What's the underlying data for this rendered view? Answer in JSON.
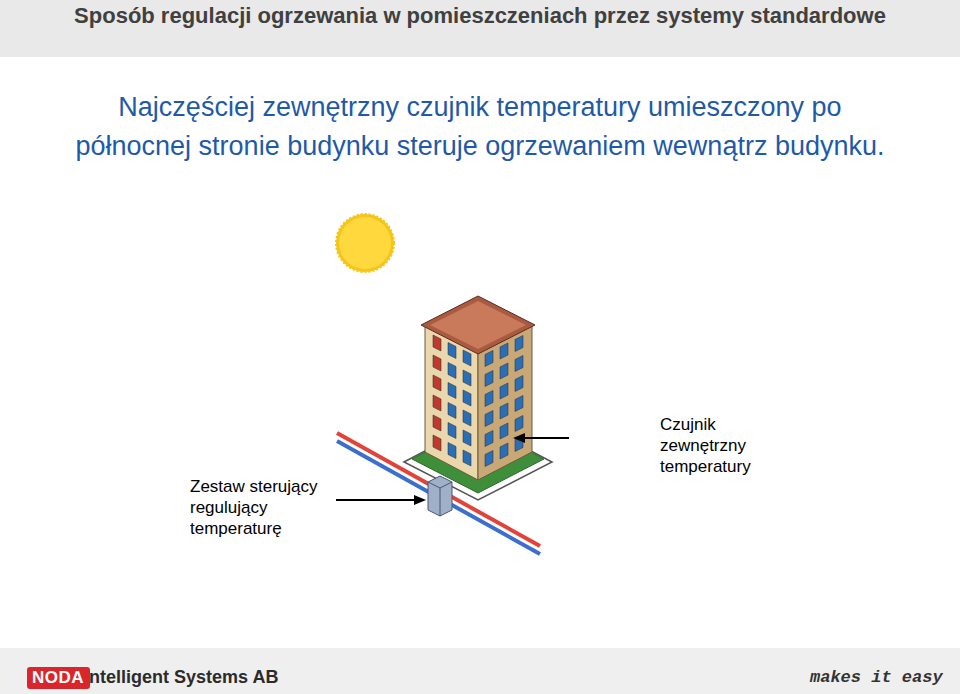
{
  "diagram": {
    "title": "Sposób regulacji ogrzewania w pomieszczeniach przez systemy standardowe",
    "nodes": [
      {
        "text": [
          "NODA"
        ]
      }
    ],
    "labels": [
      "Najczęściej zewnętrzny czujnik temperatury umieszczony po północnej stronie budynku steruje ogrzewaniem wewnątrz budynku.",
      "Zestaw sterujący regulujący temperaturę",
      "Czujnik zewnętrzny temperatury",
      "Intelligent Systems AB",
      "makes it easy"
    ]
  }
}
